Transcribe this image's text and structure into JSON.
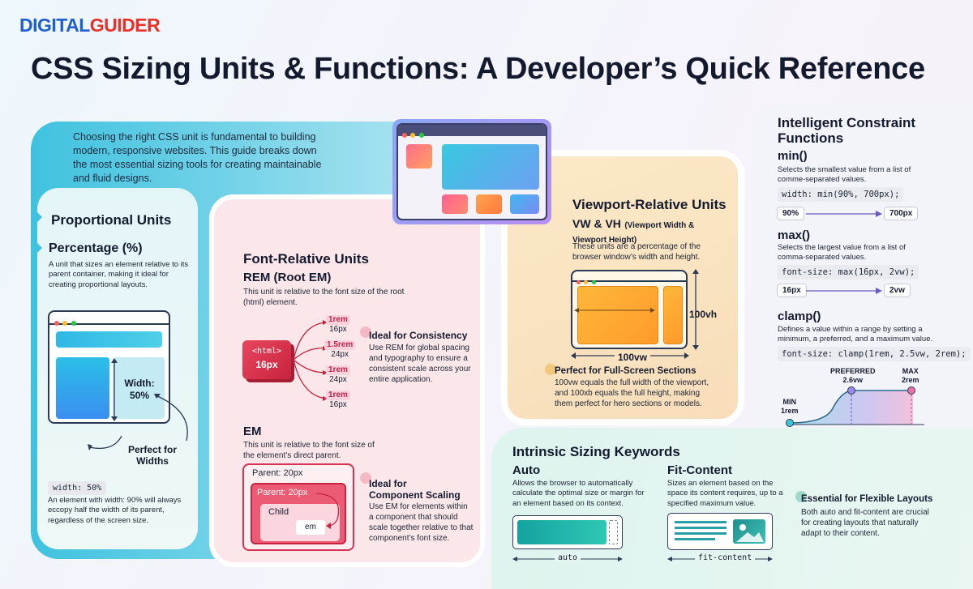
{
  "logo": {
    "part1": "DIGITAL",
    "part2": "GUIDER"
  },
  "title": "CSS Sizing Units & Functions: A Developer’s Quick Reference",
  "intro": "Choosing the right CSS unit is fundamental to building modern, responsive websites. This guide breaks down the most essential sizing tools for creating maintainable and fluid designs.",
  "colors": {
    "logo_blue": "#1f5fd1",
    "logo_red": "#e8312a",
    "proportional_panel": "#3fc2df",
    "font_panel": "#fbe7ea",
    "viewport_panel": "#fbe9c7",
    "intrinsic_panel": "#def4ee"
  },
  "proportional": {
    "heading": "Proportional Units",
    "sub": "Percentage (%)",
    "desc": "A unit that sizes an element relative to its parent container, making it ideal for creating proportional layouts.",
    "width_label": "Width:",
    "width_value": "50%",
    "perfect_line1": "Perfect for",
    "perfect_line2": "Widths",
    "code": "width: 50%",
    "note": "An element with width: 90% will always eccopy half the width of its parent, regardless of the screen size."
  },
  "font": {
    "heading": "Font-Relative Units",
    "rem_title": "REM (Root EM)",
    "rem_desc": "This unit is relative to the font size of the root (html) element.",
    "html_tag": "<html>",
    "html_size": "16px",
    "rem_items": [
      {
        "unit": "1rem",
        "px": "16px"
      },
      {
        "unit": "1.5rem",
        "px": "24px"
      },
      {
        "unit": "1rem",
        "px": "24px"
      },
      {
        "unit": "1rem",
        "px": "16px"
      }
    ],
    "consistency_title": "Ideal for Consistency",
    "consistency_desc": "Use REM for global spacing and typography to ensure a consistent scale across your entire application.",
    "em_title": "EM",
    "em_desc": "This unit is relative to the font size of the element’s direct parent.",
    "parent_outer": "Parent: 20px",
    "parent_inner": "Parent: 20px",
    "child": "Child",
    "em_tag": "em",
    "scaling_title_line1": "Ideal for",
    "scaling_title_line2": "Component Scaling",
    "scaling_desc": "Use EM for elements within a component that should scale together relative to that component’s font size."
  },
  "viewport": {
    "heading": "Viewport-Relative Units",
    "vw_title": "VW & VH",
    "vw_paren": "(Viewport Width & Viewport Height)",
    "desc": "These units are a percentage of the browser window’s width and height.",
    "vh_label": "100vh",
    "vw_label": "100vw",
    "full_title": "Perfect for Full-Screen Sections",
    "full_desc": "100vw equals the full width of the viewport, and 100xb equals the full height, making them perfect for hero sections or models."
  },
  "constraint": {
    "heading": "Intelligent Constraint Functions",
    "min_title": "min()",
    "min_desc": "Selects the smallest value from a list of comme-separated values.",
    "min_code": "width: min(90%, 700px);",
    "min_a": "90%",
    "min_b": "700px",
    "max_title": "max()",
    "max_desc": "Selects the largest value from a list of comma-separated values.",
    "max_code": "font-size: max(16px, 2vw);",
    "max_a": "16px",
    "max_b": "2vw",
    "clamp_title": "clamp()",
    "clamp_desc": "Defines a value within a range by setting a minimum, a preferred, and a maximum value.",
    "clamp_code": "font-size: clamp(1rem, 2.5vw, 2rem);",
    "min_label": "MIN",
    "min_value": "1rem",
    "pref_label": "PREFERRED",
    "pref_value": "2.6vw",
    "max_label": "MAX",
    "max_value": "2rem"
  },
  "intrinsic": {
    "heading": "Intrinsic Sizing Keywords",
    "auto_title": "Auto",
    "auto_desc": "Allows the browser to automatically calculate the optimal size or margin for an element based on its context.",
    "auto_label": "auto",
    "fit_title": "Fit-Content",
    "fit_desc": "Sizes an element based on the space its content requires, up to a specified maximum value.",
    "fit_label": "fit-content",
    "flex_title": "Essential for Flexible Layouts",
    "flex_desc": "Both auto and fit-content are crucial for creating layouts that naturally adapt to their content."
  }
}
